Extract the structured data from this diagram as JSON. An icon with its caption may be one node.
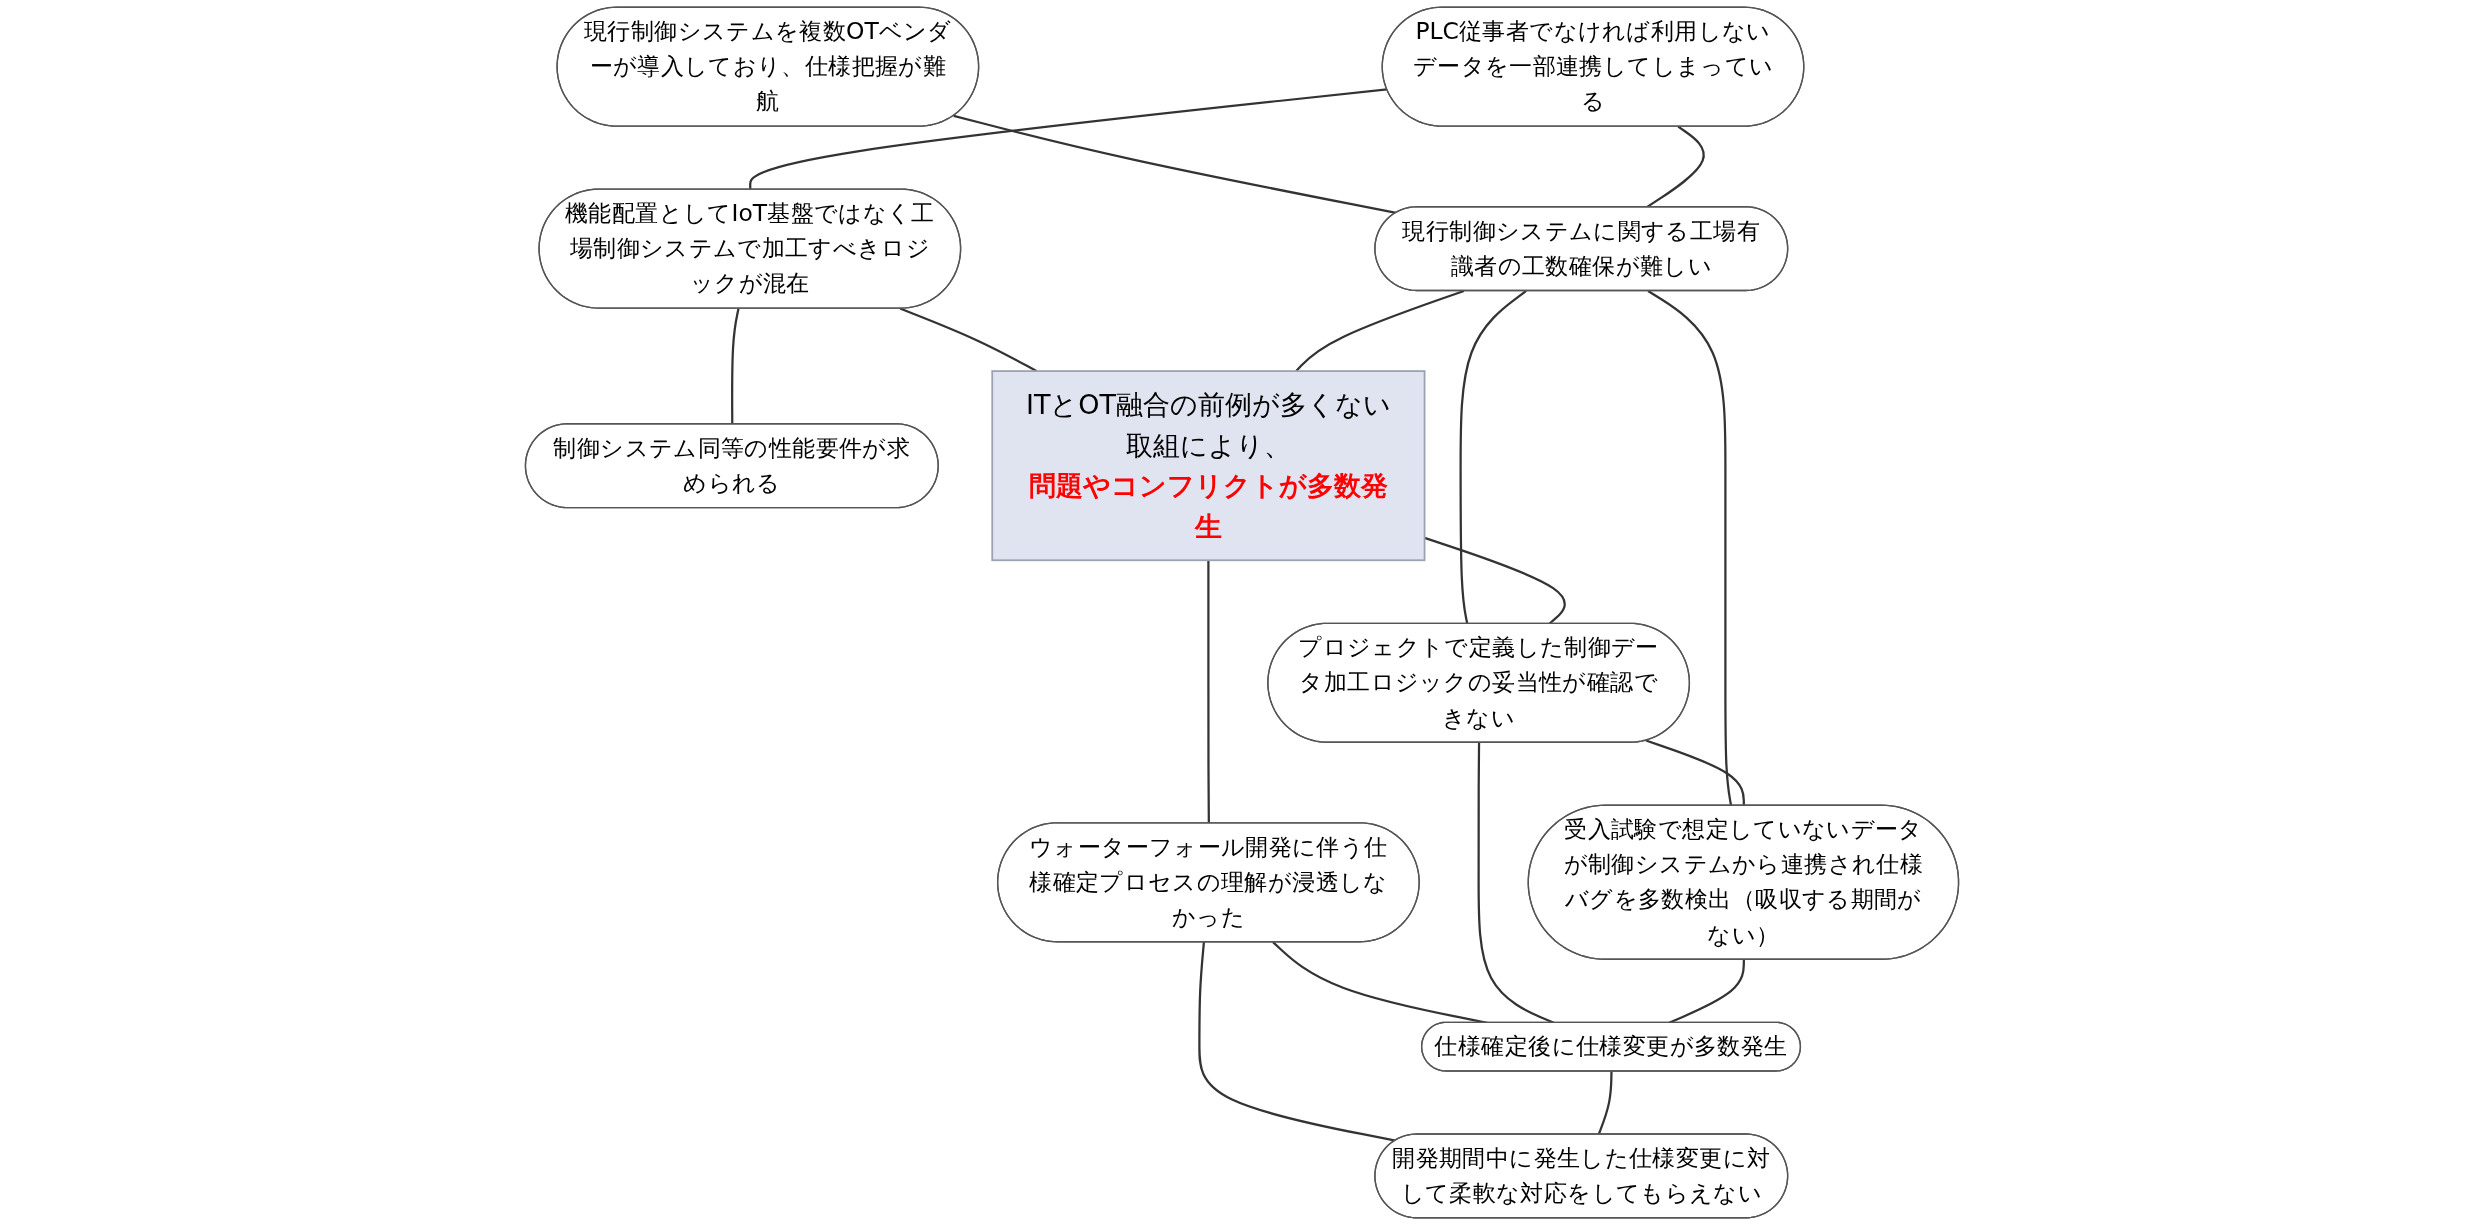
{
  "diagram": {
    "nodes": [
      {
        "text": [
          "現行制御システムを複数OTベンダーが導入しており、仕様把握が難航"
        ]
      },
      {
        "text": [
          "PLC従事者でなければ利用しないデータを一部連携してしまっている"
        ]
      },
      {
        "text": [
          "機能配置としてIoT基盤ではなく工場制御システムで加工すべきロジックが混在"
        ]
      },
      {
        "text": [
          "制御システム同等の性能要件が求められる"
        ]
      },
      {
        "text": [
          "現行制御システムに関する工場有識者の工数確保が難しい"
        ]
      },
      {
        "text": [
          "ITとOT融合の前例が多くない取組により、",
          "問題やコンフリクトが多数発生"
        ]
      },
      {
        "text": [
          "ウォーターフォール開発に伴う仕様確定プロセスの理解が浸透しなかった"
        ]
      },
      {
        "text": [
          "プロジェクトで定義した制御データ加工ロジックの妥当性が確認できない"
        ]
      },
      {
        "text": [
          "受入試験で想定していないデータが制御システムから連携され仕様バグを多数検出（吸収する期間がない）"
        ]
      },
      {
        "text": [
          "仕様確定後に仕様変更が多数発生"
        ]
      },
      {
        "text": [
          "開発期間中に発生した仕様変更に対して柔軟な対応をしてもらえない"
        ]
      }
    ],
    "edges": [
      {
        "from": 0,
        "to": 4,
        "arrow": "none"
      },
      {
        "from": 1,
        "to": 4,
        "arrow": "none"
      },
      {
        "from": 1,
        "to": 2,
        "arrow": "none"
      },
      {
        "from": 2,
        "to": 5,
        "arrow": "none"
      },
      {
        "from": 2,
        "to": 3,
        "arrow": "none"
      },
      {
        "from": 4,
        "to": 5,
        "arrow": "none"
      },
      {
        "from": 4,
        "to": 8,
        "arrow": "none"
      },
      {
        "from": 4,
        "to": 7,
        "arrow": "none"
      },
      {
        "from": 5,
        "to": 7,
        "arrow": "none"
      },
      {
        "from": 5,
        "to": 6,
        "arrow": "none"
      },
      {
        "from": 6,
        "to": 9,
        "arrow": "none"
      },
      {
        "from": 6,
        "to": 10,
        "arrow": "none"
      },
      {
        "from": 7,
        "to": 8,
        "arrow": "none"
      },
      {
        "from": 7,
        "to": 9,
        "arrow": "none"
      },
      {
        "from": 8,
        "to": 9,
        "arrow": "none"
      },
      {
        "from": 9,
        "to": 10,
        "arrow": "none"
      }
    ]
  }
}
